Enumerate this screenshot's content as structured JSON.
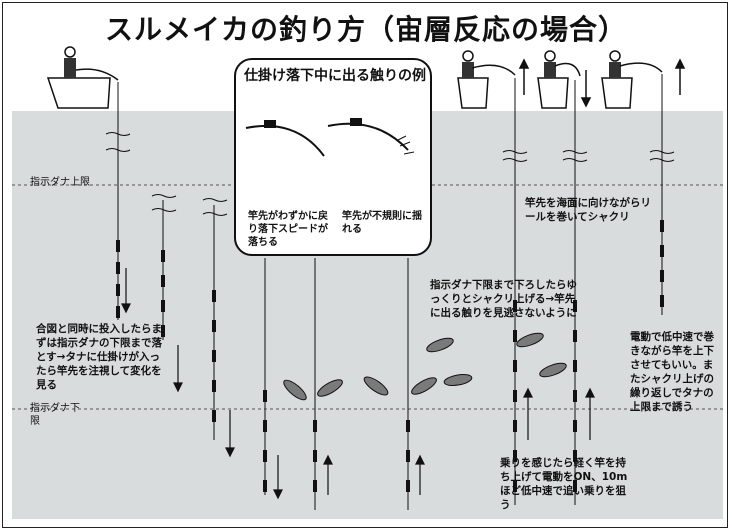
{
  "title": "スルメイカの釣り方（宙層反応の場合）",
  "labels": {
    "upper_limit": "指示ダナ上限",
    "lower_limit": "指示ダナ下限"
  },
  "callout": {
    "title": "仕掛け落下中に出る触りの例",
    "left_caption": "竿先がわずかに戻り落下スピードが落ちる",
    "right_caption": "竿先が不規則に揺れる"
  },
  "notes": {
    "drop": "合図と同時に投入したらまずは指示ダナの下限まで落とす→タナに仕掛けが入ったら竿先を注視して変化を見る",
    "jerk": "指示ダナ下限まで下ろしたらゆっくりとシャクリ上げる→竿先に出る触りを見逃さないように",
    "reel": "竿先を海面に向けながらリールを巻いてシャクリ",
    "hook": "乗りを感じたら軽く竿を持ち上げて電動をON、10m ほど低中速で追い乗りを狙う",
    "lure": "電動で低中速で巻きながら竿を上下させてもいい。またシャクリ上げの繰り返しでタナの上限まで誘う"
  },
  "colors": {
    "sea": "#d8dcdc",
    "ink": "#111111",
    "squid": "#7a7a7a"
  }
}
